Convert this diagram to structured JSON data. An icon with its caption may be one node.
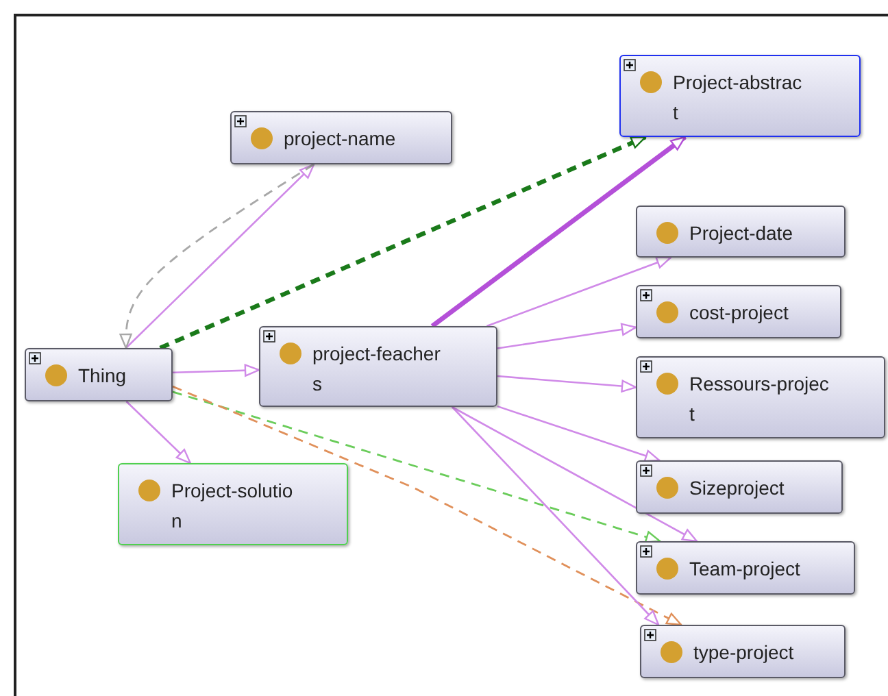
{
  "diagram": {
    "nodes": [
      {
        "text": [
          "project-name"
        ]
      },
      {
        "text": [
          "Project-abstrac t"
        ]
      },
      {
        "text": [
          "Project-date"
        ]
      },
      {
        "text": [
          "cost-project"
        ]
      },
      {
        "text": [
          "Thing"
        ]
      },
      {
        "text": [
          "project-feacher s"
        ]
      },
      {
        "text": [
          "Ressours-projec t"
        ]
      },
      {
        "text": [
          "Project-solutio n"
        ]
      },
      {
        "text": [
          "Sizeproject"
        ]
      },
      {
        "text": [
          "Team-project"
        ]
      },
      {
        "text": [
          "type-project"
        ]
      }
    ],
    "edges": [
      {
        "from": 4,
        "to": 0,
        "arrow": "to"
      },
      {
        "from": 0,
        "to": 4,
        "arrow": "to",
        "style": "dashed",
        "color": "#a8a8a8"
      },
      {
        "from": 4,
        "to": 1,
        "arrow": "to",
        "style": "dashed",
        "color": "#1a7a1a"
      },
      {
        "from": 5,
        "to": 1,
        "arrow": "to",
        "style": "thick",
        "color": "#b450d8"
      },
      {
        "from": 4,
        "to": 5,
        "arrow": "to"
      },
      {
        "from": 4,
        "to": 7,
        "arrow": "to"
      },
      {
        "from": 4,
        "to": 9,
        "arrow": "to",
        "style": "dashed",
        "color": "#6acc5a"
      },
      {
        "from": 4,
        "to": 10,
        "arrow": "to",
        "style": "dashed",
        "color": "#e0905a"
      },
      {
        "from": 5,
        "to": 2,
        "arrow": "to"
      },
      {
        "from": 5,
        "to": 3,
        "arrow": "to"
      },
      {
        "from": 5,
        "to": 6,
        "arrow": "to"
      },
      {
        "from": 5,
        "to": 8,
        "arrow": "to"
      },
      {
        "from": 5,
        "to": 9,
        "arrow": "to"
      },
      {
        "from": 5,
        "to": 10,
        "arrow": "to"
      }
    ]
  }
}
